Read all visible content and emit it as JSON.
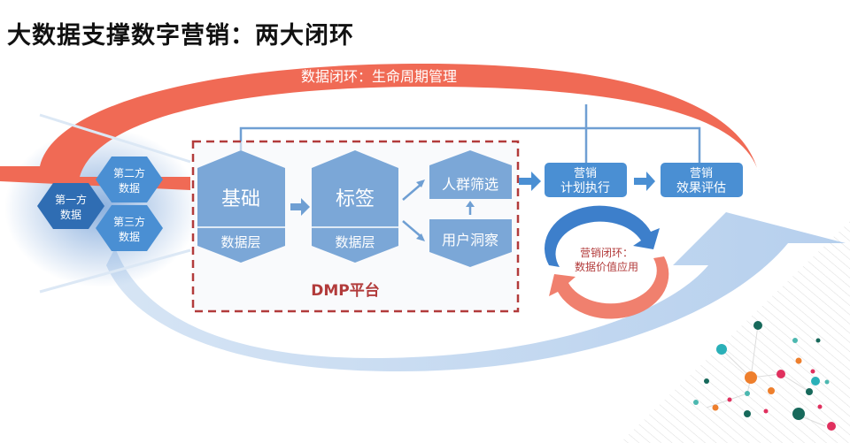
{
  "title": "大数据支撑数字营销：两大闭环",
  "data_loop_label": "数据闭环：生命周期管理",
  "sources": {
    "first": [
      "第一方",
      "数据"
    ],
    "second": [
      "第二方",
      "数据"
    ],
    "third": [
      "第三方",
      "数据"
    ]
  },
  "dmp": {
    "label": "DMP平台",
    "basic": {
      "top": "基础",
      "bottom": "数据层"
    },
    "tag": {
      "top": "标签",
      "bottom": "数据层"
    },
    "crowd": "人群筛选",
    "insight": "用户洞察"
  },
  "marketing": {
    "plan": [
      "营销",
      "计划执行"
    ],
    "eval": [
      "营销",
      "效果评估"
    ]
  },
  "marketing_loop": [
    "营销闭环：",
    "数据价值应用"
  ],
  "colors": {
    "red": "#f06a55",
    "blue": "#6f9fd3",
    "dark_blue": "#2f6db3",
    "dash": "#b23b3b"
  }
}
